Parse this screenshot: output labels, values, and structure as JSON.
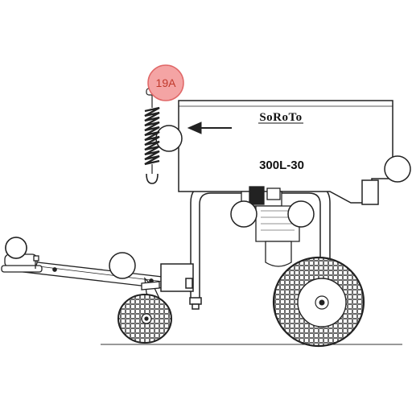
{
  "diagram": {
    "brand_label": "SoRoTo",
    "model_label": "300L-30",
    "callout": {
      "label": "19A",
      "fill_color": "#f4a4a4",
      "stroke_color": "#e06767",
      "text_color": "#c0392b"
    },
    "icons": [
      "arrow-left-icon",
      "spring-icon"
    ]
  }
}
